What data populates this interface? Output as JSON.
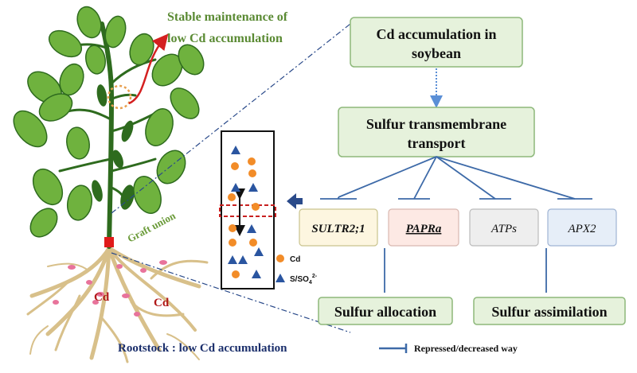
{
  "plant": {
    "top_label_line1": "Stable maintenance of",
    "top_label_line2": "low Cd accumulation",
    "graft_label": "Graft union",
    "root_cd_left": "Cd",
    "root_cd_right": "Cd",
    "rootstock_label": "Rootstock : low Cd accumulation"
  },
  "boxes": {
    "cd_accumulation_line1": "Cd accumulation in",
    "cd_accumulation_line2": "soybean",
    "sulfur_transport_line1": "Sulfur transmembrane",
    "sulfur_transport_line2": "transport",
    "sulfur_allocation": "Sulfur allocation",
    "sulfur_assimilation": "Sulfur assimilation"
  },
  "genes": [
    {
      "label": "SULTR2;1",
      "fill": "#fdf6e0"
    },
    {
      "label": "PAPRa",
      "fill": "#fde9e4"
    },
    {
      "label": "ATPs",
      "fill": "#eeeeee"
    },
    {
      "label": "APX2",
      "fill": "#e6eef8"
    }
  ],
  "legend": {
    "cd": "Cd",
    "sulfur_main": "S/SO",
    "sulfur_sub": "4",
    "sulfur_sup": "2-",
    "repressed": "Repressed/decreased way"
  },
  "colors": {
    "box_fill": "#e6f2dc",
    "box_stroke": "#8db87a",
    "leaf": "#6fb23e",
    "leaf_dark": "#2e6b1e",
    "inhibit_line": "#3d6aa8",
    "cd_circle": "#f28c28",
    "sulfur_triangle": "#2a55a0",
    "label_green": "#5a8a33",
    "root": "#d8c08a",
    "red": "#d42020"
  }
}
